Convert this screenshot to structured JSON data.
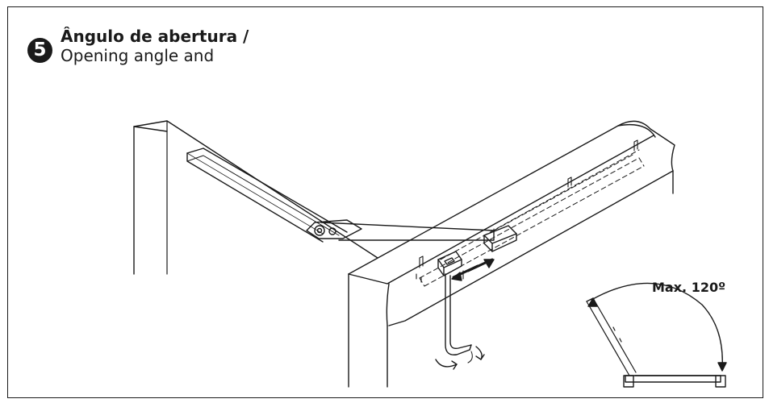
{
  "step": {
    "number": "5"
  },
  "title": {
    "line1": "Ângulo de abertura /",
    "line2": "Opening angle and"
  },
  "angle_diagram": {
    "label": "Max. 120º",
    "max_angle_degrees": 120
  },
  "colors": {
    "ink": "#1a1a1a",
    "background": "#ffffff"
  }
}
